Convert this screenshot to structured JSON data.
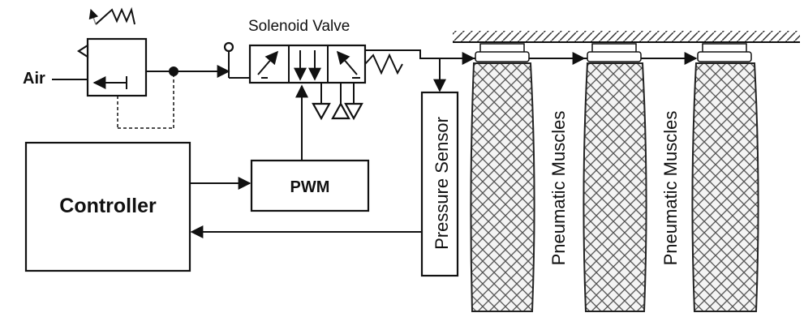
{
  "labels": {
    "air": "Air",
    "solenoid_valve": "Solenoid Valve",
    "controller": "Controller",
    "pwm": "PWM",
    "pressure_sensor": "Pressure Sensor",
    "muscle_1": "Pneumatic Muscles",
    "muscle_2": "Pneumatic Muscles"
  },
  "colors": {
    "line": "#111111",
    "muscle_fill": "#f4f4f4",
    "muscle_pattern": "#555555"
  }
}
